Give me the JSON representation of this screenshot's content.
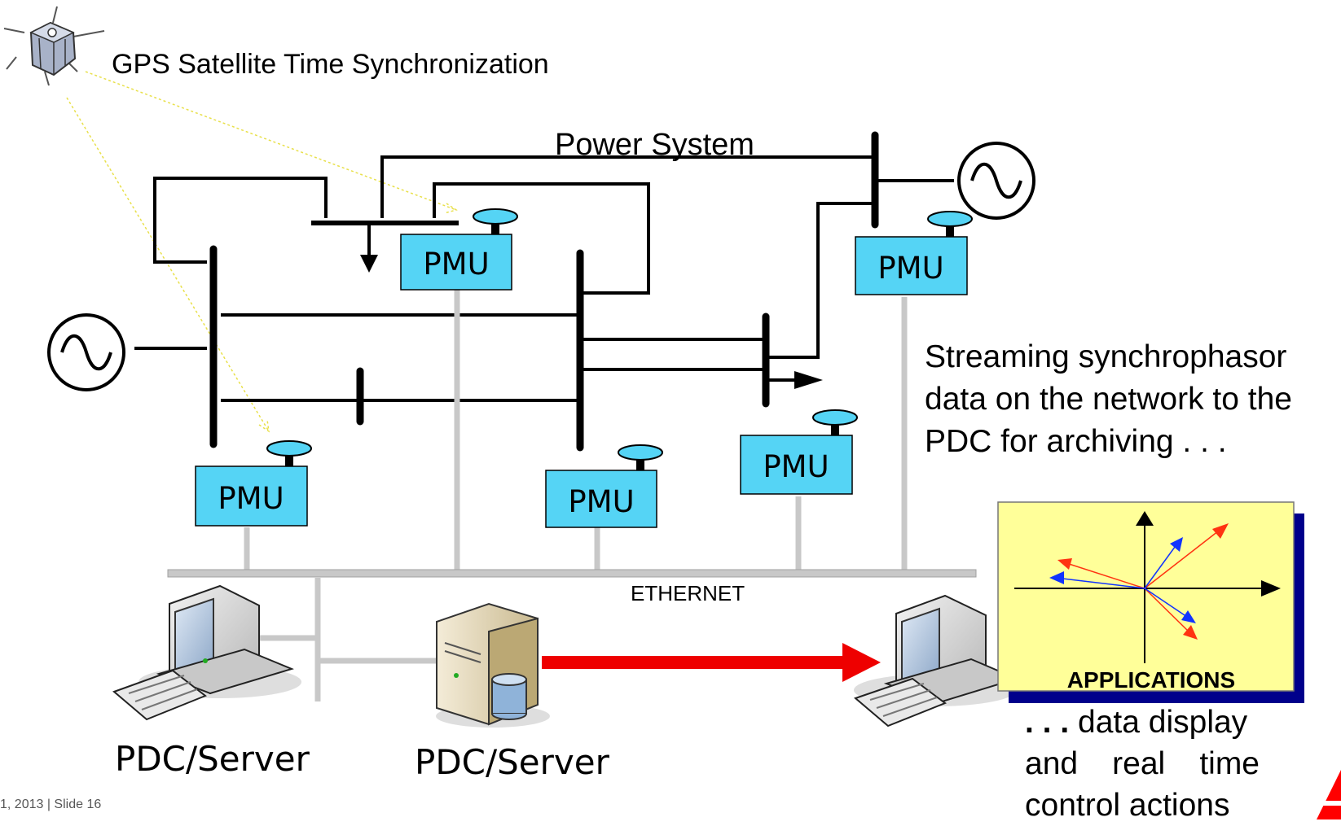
{
  "satellite_label": "GPS Satellite Time Synchronization",
  "power_system_label": "Power System",
  "pmu_label": "PMU",
  "ethernet_label": "ETHERNET",
  "server_left_label": "PDC/Server",
  "server_center_label": "PDC/Server",
  "streaming_text": [
    "Streaming synchrophasor",
    "data on the network to the",
    "PDC for archiving . . ."
  ],
  "applications_label": "APPLICATIONS",
  "applications_text": {
    "line1_dots": ". . .",
    "line1_rest": "data display",
    "line2_words": [
      "and",
      "real",
      "time"
    ],
    "line3": "control actions"
  },
  "footer_text": "1, 2013 | Slide 16",
  "colors": {
    "pmu_fill": "#55d4f5",
    "ethernet": "#c8c8c8",
    "data_arrow": "#ee0000",
    "applications_panel": "#ffff99",
    "applications_shadow": "#00008b",
    "phasor_red": "#ff3311",
    "phasor_blue": "#1133ff",
    "brand_logo": "#ff0000"
  }
}
